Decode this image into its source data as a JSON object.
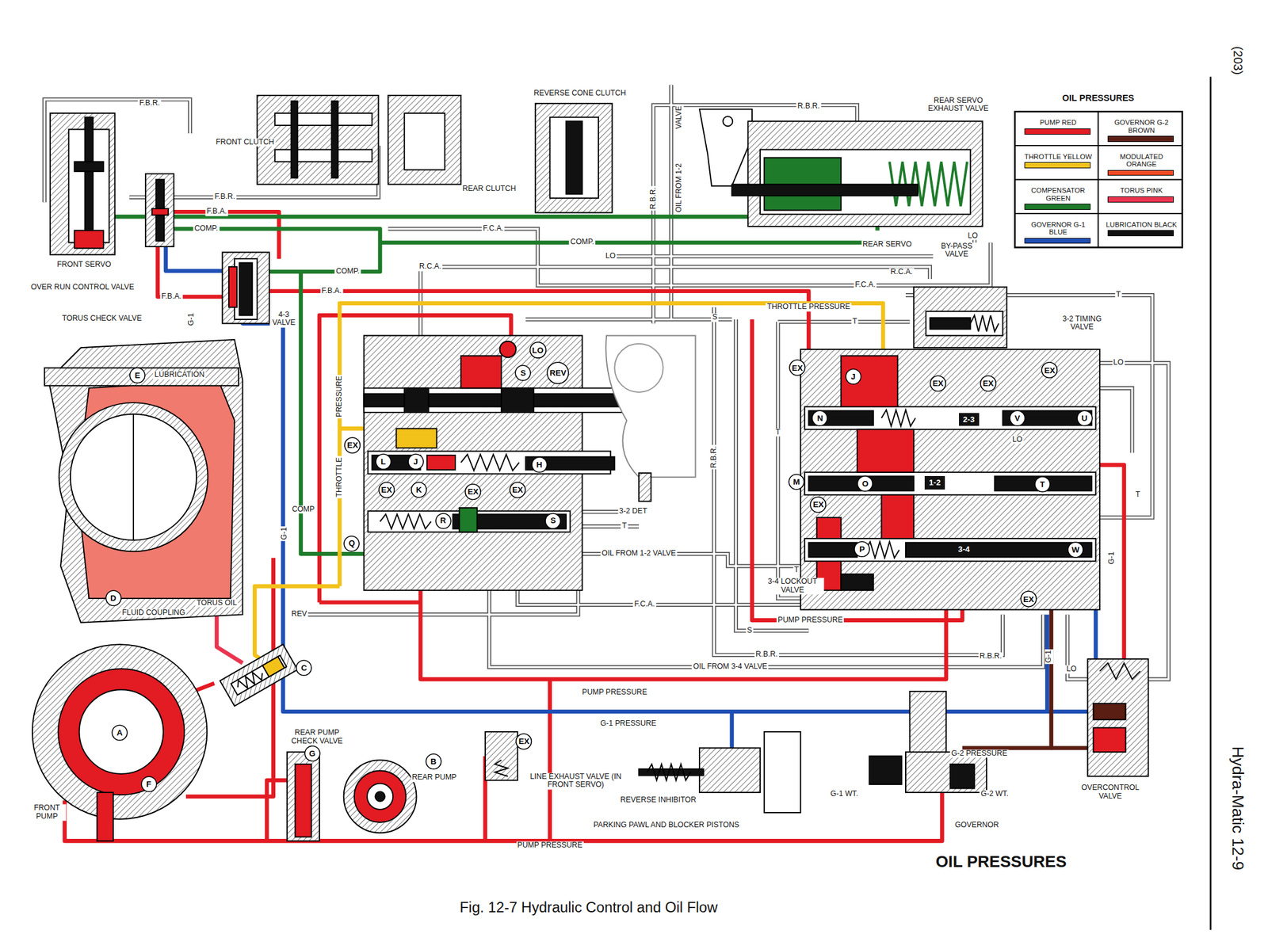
{
  "diagram": {
    "caption": "Fig. 12-7 Hydraulic Control and Oil Flow",
    "nodes": [
      {
        "text": [
          "E"
        ]
      },
      {
        "text": [
          "D"
        ]
      },
      {
        "text": [
          "C"
        ]
      },
      {
        "text": [
          "A"
        ]
      },
      {
        "text": [
          "F"
        ]
      },
      {
        "text": [
          "G"
        ]
      },
      {
        "text": [
          "B"
        ]
      },
      {
        "text": [
          "EX"
        ]
      },
      {
        "text": [
          "LO"
        ]
      },
      {
        "text": [
          "S"
        ]
      },
      {
        "text": [
          "REV"
        ]
      },
      {
        "text": [
          "EX"
        ]
      },
      {
        "text": [
          "L"
        ]
      },
      {
        "text": [
          "J"
        ]
      },
      {
        "text": [
          "H"
        ]
      },
      {
        "text": [
          "EX"
        ]
      },
      {
        "text": [
          "K"
        ]
      },
      {
        "text": [
          "EX"
        ]
      },
      {
        "text": [
          "EX"
        ]
      },
      {
        "text": [
          "R"
        ]
      },
      {
        "text": [
          "S"
        ]
      },
      {
        "text": [
          "Q"
        ]
      },
      {
        "text": [
          "EX"
        ]
      },
      {
        "text": [
          "J"
        ]
      },
      {
        "text": [
          "EX"
        ]
      },
      {
        "text": [
          "EX"
        ]
      },
      {
        "text": [
          "EX"
        ]
      },
      {
        "text": [
          "N"
        ]
      },
      {
        "text": [
          "2-3"
        ]
      },
      {
        "text": [
          "V"
        ]
      },
      {
        "text": [
          "U"
        ]
      },
      {
        "text": [
          "M"
        ]
      },
      {
        "text": [
          "EX"
        ]
      },
      {
        "text": [
          "O"
        ]
      },
      {
        "text": [
          "1-2"
        ]
      },
      {
        "text": [
          "T"
        ]
      },
      {
        "text": [
          "P"
        ]
      },
      {
        "text": [
          "3-4"
        ]
      },
      {
        "text": [
          "W"
        ]
      },
      {
        "text": [
          "EX"
        ]
      }
    ],
    "labels": [
      "(203)",
      "F.B.R.",
      "FRONT CLUTCH",
      "REVERSE CONE CLUTCH",
      "REAR CLUTCH",
      "VALVE",
      "OIL FROM 1-2",
      "R.B.R.",
      "R.B.R.",
      "REAR SERVO EXHAUST VALVE",
      "OIL PRESSURES",
      "F.B.R.",
      "F.B.A.",
      "COMP.",
      "F.C.A.",
      "COMP.",
      "LO",
      "LO",
      "REAR SERVO",
      "BY-PASS VALVE",
      "COMP.",
      "R.C.A.",
      "R.C.A.",
      "F.C.A.",
      "FRONT SERVO",
      "OVER RUN CONTROL VALVE",
      "F.B.A.",
      "F.B.A.",
      "4-3 VALVE",
      "G-1",
      "THROTTLE PRESSURE",
      "S",
      "T",
      "T",
      "3-2 TIMING VALVE",
      "TORUS CHECK VALVE",
      "LUBRICATION",
      "PRESSURE",
      "LO",
      "T",
      "LO",
      "R.B.R.",
      "THROTTLE",
      "T",
      "COMP",
      "3-2 DET",
      "T",
      "G-1",
      "OIL FROM 1-2 VALVE",
      "G-1",
      "T",
      "3-4 LOCKOUT VALVE",
      "FLUID COUPLING",
      "TORUS OIL",
      "REV",
      "F.C.A.",
      "S",
      "PUMP PRESSURE",
      "R.B.R.",
      "R.B.R.",
      "G-1",
      "OIL FROM 3-4 VALVE",
      "LO",
      "PUMP PRESSURE",
      "G-1 PRESSURE",
      "REAR PUMP CHECK VALVE",
      "REAR PUMP",
      "LINE EXHAUST VALVE (IN FRONT SERVO)",
      "REVERSE INHIBITOR",
      "G-1 WT.",
      "G-2 PRESSURE",
      "G-2 WT.",
      "OVERCONTROL VALVE",
      "FRONT PUMP",
      "PARKING PAWL AND BLOCKER PISTONS",
      "GOVERNOR",
      "PUMP PRESSURE",
      "OIL PRESSURES",
      "Hydra-Matic 12-9"
    ],
    "legend": [
      {
        "text": "PUMP RED",
        "color": "#e31b23"
      },
      {
        "text": "GOVERNOR G-2 BROWN",
        "color": "#5a1e12"
      },
      {
        "text": "THROTTLE YELLOW",
        "color": "#f2c21b"
      },
      {
        "text": "MODULATED ORANGE",
        "color": "#ee4a24"
      },
      {
        "text": "COMPENSATOR GREEN",
        "color": "#1e7b2a"
      },
      {
        "text": "TORUS PINK",
        "color": "#ea3550"
      },
      {
        "text": "GOVERNOR G-1 BLUE",
        "color": "#1f4fb5"
      },
      {
        "text": "LUBRICATION BLACK",
        "color": "#111111"
      }
    ]
  }
}
